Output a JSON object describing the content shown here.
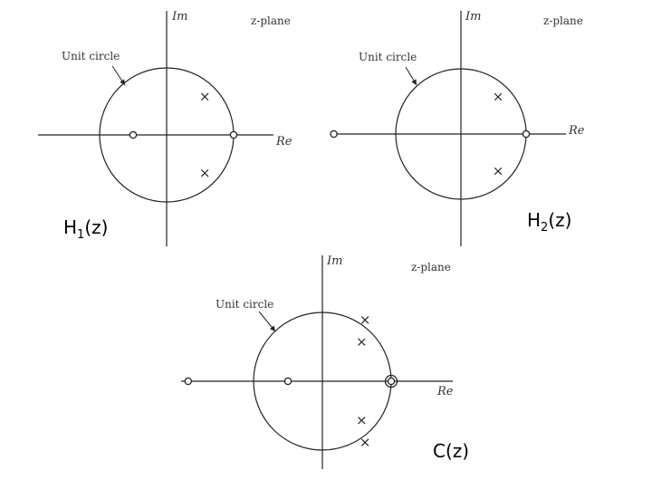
{
  "colors": {
    "ink": "#222222",
    "background": "#ffffff"
  },
  "diagrams": [
    {
      "id": "h1",
      "function_label": {
        "base": "H",
        "sub": "1",
        "tail": "(z)"
      },
      "imag_axis_label": "Im",
      "real_axis_label": "Re",
      "plane_label": "z-plane",
      "unit_circle_label": "Unit circle",
      "zeros": [
        {
          "re": -0.5,
          "im": 0,
          "order": 1
        },
        {
          "re": 1.0,
          "im": 0,
          "order": 1
        }
      ],
      "poles": [
        {
          "re": 0.57,
          "im": 0.57
        },
        {
          "re": 0.57,
          "im": -0.57
        }
      ]
    },
    {
      "id": "h2",
      "function_label": {
        "base": "H",
        "sub": "2",
        "tail": "(z)"
      },
      "imag_axis_label": "Im",
      "real_axis_label": "Re",
      "plane_label": "z-plane",
      "unit_circle_label": "Unit circle",
      "zeros": [
        {
          "re": -1.95,
          "im": 0,
          "order": 1
        },
        {
          "re": 1.0,
          "im": 0,
          "order": 1
        }
      ],
      "poles": [
        {
          "re": 0.57,
          "im": 0.57
        },
        {
          "re": 0.57,
          "im": -0.57
        }
      ]
    },
    {
      "id": "c",
      "function_label": {
        "base": "C",
        "sub": "",
        "tail": "(z)"
      },
      "imag_axis_label": "Im",
      "real_axis_label": "Re",
      "plane_label": "z-plane",
      "unit_circle_label": "Unit circle",
      "zeros": [
        {
          "re": -1.95,
          "im": 0,
          "order": 1
        },
        {
          "re": -0.5,
          "im": 0,
          "order": 1
        },
        {
          "re": 1.0,
          "im": 0,
          "order": 2
        }
      ],
      "poles": [
        {
          "re": 0.57,
          "im": 0.57
        },
        {
          "re": 0.57,
          "im": -0.57
        },
        {
          "re": 0.62,
          "im": 0.89
        },
        {
          "re": 0.62,
          "im": -0.89
        }
      ]
    }
  ]
}
